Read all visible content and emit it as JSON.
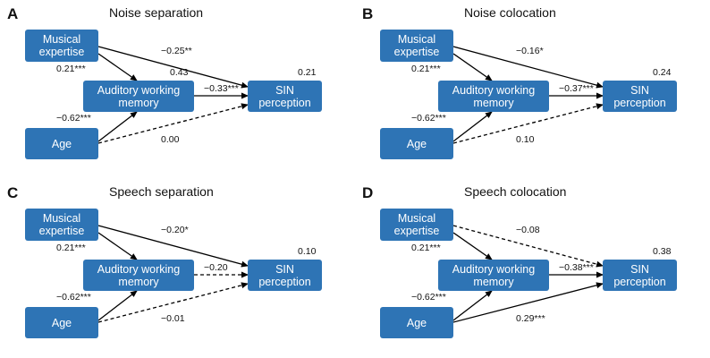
{
  "panels": [
    {
      "label": "A",
      "title": "Noise separation",
      "nodes": {
        "musical": [
          "Musical",
          "expertise"
        ],
        "awm": [
          "Auditory working",
          "memory"
        ],
        "sin": [
          "SIN",
          "perception"
        ],
        "age": [
          "Age"
        ]
      },
      "paths": {
        "mus_sin": {
          "coef": "−0.25**",
          "significant": true
        },
        "mus_awm": {
          "coef": "0.21***",
          "significant": true
        },
        "awm_sin": {
          "coef": "−0.33***",
          "significant": true
        },
        "age_awm": {
          "coef": "−0.62***",
          "significant": true
        },
        "age_sin": {
          "coef": "0.00",
          "significant": false
        }
      },
      "r2": {
        "awm": "0.43",
        "sin": "0.21"
      }
    },
    {
      "label": "B",
      "title": "Noise colocation",
      "nodes": {
        "musical": [
          "Musical",
          "expertise"
        ],
        "awm": [
          "Auditory working",
          "memory"
        ],
        "sin": [
          "SIN",
          "perception"
        ],
        "age": [
          "Age"
        ]
      },
      "paths": {
        "mus_sin": {
          "coef": "−0.16*",
          "significant": true
        },
        "mus_awm": {
          "coef": "0.21***",
          "significant": true
        },
        "awm_sin": {
          "coef": "−0.37***",
          "significant": true
        },
        "age_awm": {
          "coef": "−0.62***",
          "significant": true
        },
        "age_sin": {
          "coef": "0.10",
          "significant": false
        }
      },
      "r2": {
        "awm": "",
        "sin": "0.24"
      }
    },
    {
      "label": "C",
      "title": "Speech separation",
      "nodes": {
        "musical": [
          "Musical",
          "expertise"
        ],
        "awm": [
          "Auditory working",
          "memory"
        ],
        "sin": [
          "SIN",
          "perception"
        ],
        "age": [
          "Age"
        ]
      },
      "paths": {
        "mus_sin": {
          "coef": "−0.20*",
          "significant": true
        },
        "mus_awm": {
          "coef": "0.21***",
          "significant": true
        },
        "awm_sin": {
          "coef": "−0.20",
          "significant": false
        },
        "age_awm": {
          "coef": "−0.62***",
          "significant": true
        },
        "age_sin": {
          "coef": "−0.01",
          "significant": false
        }
      },
      "r2": {
        "awm": "",
        "sin": "0.10"
      }
    },
    {
      "label": "D",
      "title": "Speech colocation",
      "nodes": {
        "musical": [
          "Musical",
          "expertise"
        ],
        "awm": [
          "Auditory working",
          "memory"
        ],
        "sin": [
          "SIN",
          "perception"
        ],
        "age": [
          "Age"
        ]
      },
      "paths": {
        "mus_sin": {
          "coef": "−0.08",
          "significant": false
        },
        "mus_awm": {
          "coef": "0.21***",
          "significant": true
        },
        "awm_sin": {
          "coef": "−0.38***",
          "significant": true
        },
        "age_awm": {
          "coef": "−0.62***",
          "significant": true
        },
        "age_sin": {
          "coef": "0.29***",
          "significant": true
        }
      },
      "r2": {
        "awm": "",
        "sin": "0.38"
      }
    }
  ],
  "colors": {
    "box_fill": "#2e74b5",
    "box_text": "#ffffff",
    "arrow": "#000000"
  }
}
